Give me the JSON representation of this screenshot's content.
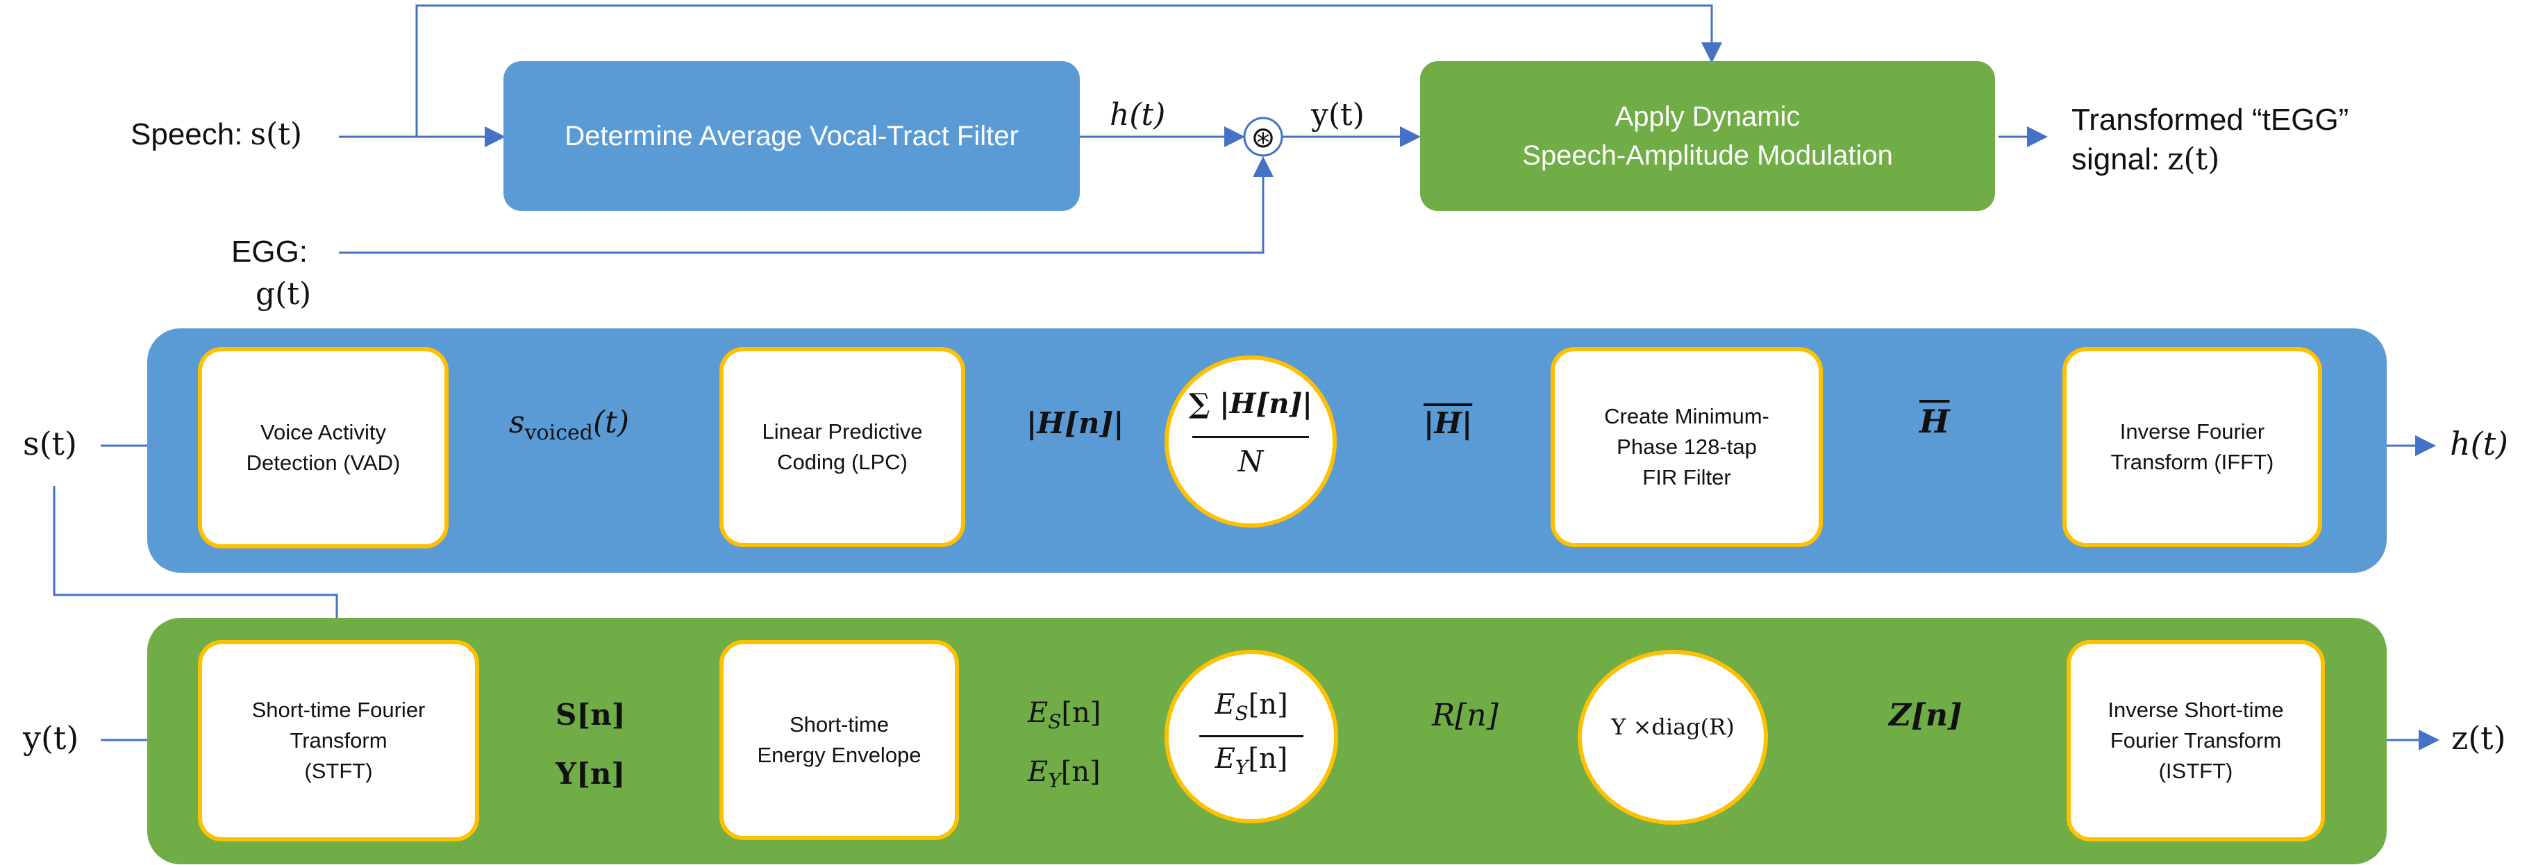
{
  "top": {
    "speech_label": "Speech:",
    "speech_sym": "s(t)",
    "egg_label": "EGG:",
    "egg_sym": "g(t)",
    "box_vt": "Determine Average Vocal-Tract Filter",
    "h_label": "h(t)",
    "conv_symbol": "⊛",
    "y_label": "y(t)",
    "box_amp": "Apply Dynamic\nSpeech-Amplitude Modulation",
    "out_label_line1": "Transformed “tEGG”",
    "out_label_line2": "signal:",
    "out_sym": "z(t)"
  },
  "blue_row": {
    "input": "s(t)",
    "output": "h(t)",
    "vad": "Voice Activity\nDetection (VAD)",
    "s_voiced_base": "s",
    "s_voiced_sub": "voiced",
    "s_voiced_arg": "(t)",
    "lpc": "Linear Predictive\nCoding (LPC)",
    "abs_h": "|H[n]|",
    "sum_num": "∑ |H[n]|",
    "sum_den": "N",
    "avg_h": "|H|",
    "fir": "Create Minimum-\nPhase 128-tap\nFIR Filter",
    "h_bar": "H",
    "ifft": "Inverse Fourier\nTransform (IFFT)"
  },
  "green_row": {
    "input": "y(t)",
    "output": "z(t)",
    "stft": "Short-time Fourier\nTransform\n(STFT)",
    "S_n": "S[n]",
    "Y_n": "Y[n]",
    "energy": "Short-time\nEnergy Envelope",
    "Es": "E",
    "Es_sub": "S",
    "Ey": "E",
    "Ey_sub": "Y",
    "n_arg": "[n]",
    "R_n": "R[n]",
    "mult": "Y ×diag(R)",
    "Z_n": "Z[n]",
    "istft": "Inverse Short-time\nFourier Transform\n(ISTFT)"
  },
  "colors": {
    "blue": "#5b9bd5",
    "green": "#70ad47",
    "gold": "#ffc000",
    "arrow": "#4472c4"
  }
}
